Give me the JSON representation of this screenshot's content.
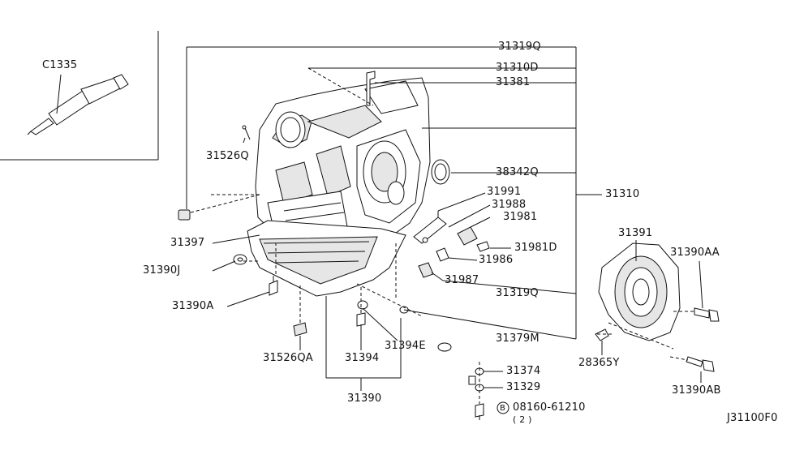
{
  "diagram": {
    "code": "J31100F0",
    "labels": {
      "c1335": "C1335",
      "p31319q_top": "31319Q",
      "p31310d": "31310D",
      "p31381": "31381",
      "p31526q": "31526Q",
      "p38342q": "38342Q",
      "p31310": "31310",
      "p31991": "31991",
      "p31988": "31988",
      "p31981": "31981",
      "p31981d": "31981D",
      "p31986": "31986",
      "p31987": "31987",
      "p31397": "31397",
      "p31390j": "31390J",
      "p31390a": "31390A",
      "p31319q_bot": "31319Q",
      "p31379m": "31379M",
      "p31394e": "31394E",
      "p31526qa": "31526QA",
      "p31394": "31394",
      "p31374": "31374",
      "p31329": "31329",
      "p31390": "31390",
      "bolt_circle": "B",
      "p08160": "08160-61210",
      "p08160_qty": "( 2 )",
      "p31391": "31391",
      "p31390aa": "31390AA",
      "p28365y": "28365Y",
      "p31390ab": "31390AB"
    }
  }
}
